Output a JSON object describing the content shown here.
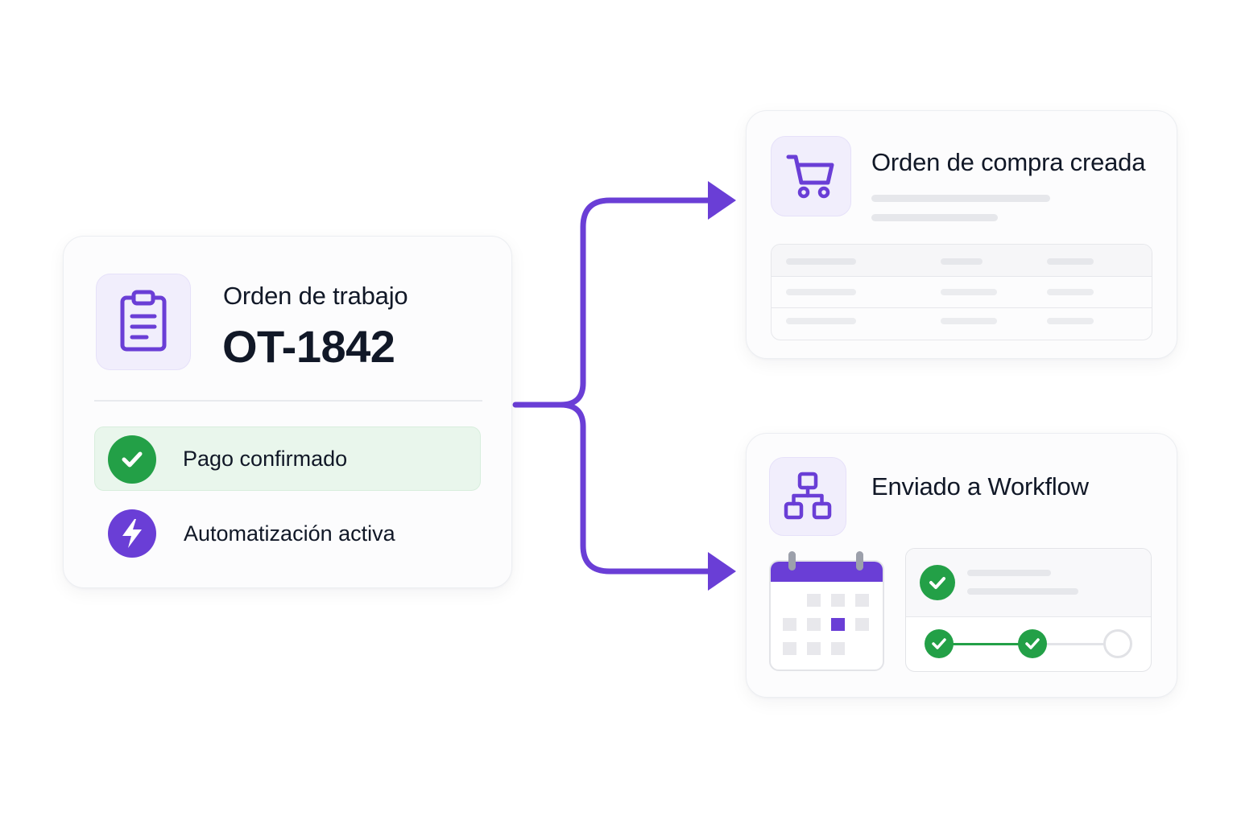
{
  "colors": {
    "accent": "#6a3ed6",
    "success": "#23a047",
    "success_bg": "#e9f6ec",
    "icon_tile_bg": "#f1eefc",
    "placeholder": "#e6e7eb"
  },
  "work_order": {
    "icon": "clipboard-icon",
    "title": "Orden de trabajo",
    "id": "OT-1842",
    "statuses": [
      {
        "label": "Pago confirmado",
        "icon": "check-circle-icon",
        "highlighted": true
      },
      {
        "label": "Automatización activa",
        "icon": "lightning-icon",
        "highlighted": false
      }
    ]
  },
  "purchase_order": {
    "icon": "shopping-cart-icon",
    "title": "Orden de compra creada",
    "table_rows": 3,
    "table_columns": 3
  },
  "workflow": {
    "icon": "hierarchy-icon",
    "title": "Enviado a Workflow",
    "calendar_icon": "calendar-icon",
    "progress": {
      "steps_total": 3,
      "steps_completed": 2
    }
  }
}
